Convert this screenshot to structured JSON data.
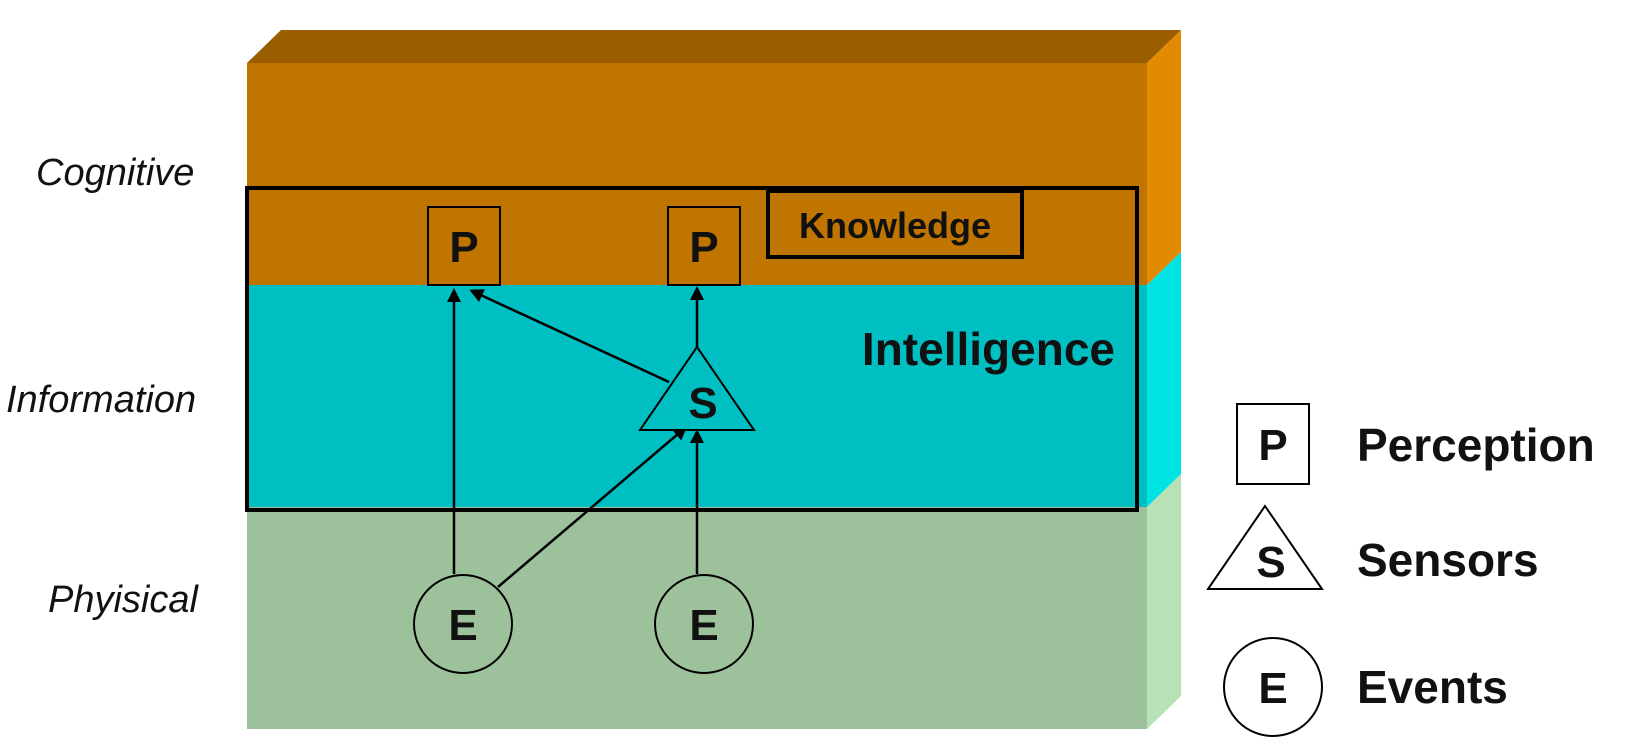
{
  "layers": {
    "cognitive": {
      "label": "Cognitive",
      "front_color": "#c07500",
      "side_color": "#e38b00",
      "top_color": "#9a5d00"
    },
    "information": {
      "label": "Information",
      "front_color": "#00bfc2",
      "side_color": "#00e3e3"
    },
    "physical": {
      "label": "Phyisical",
      "front_color": "#9dc29b",
      "side_color": "#b8e2b5"
    }
  },
  "boxes": {
    "knowledge": "Knowledge",
    "intelligence": "Intelligence"
  },
  "symbols": {
    "perception": "P",
    "sensor": "S",
    "event": "E"
  },
  "legend": {
    "perception": {
      "symbol": "P",
      "label": "Perception"
    },
    "sensors": {
      "symbol": "S",
      "label": "Sensors"
    },
    "events": {
      "symbol": "E",
      "label": "Events"
    }
  }
}
